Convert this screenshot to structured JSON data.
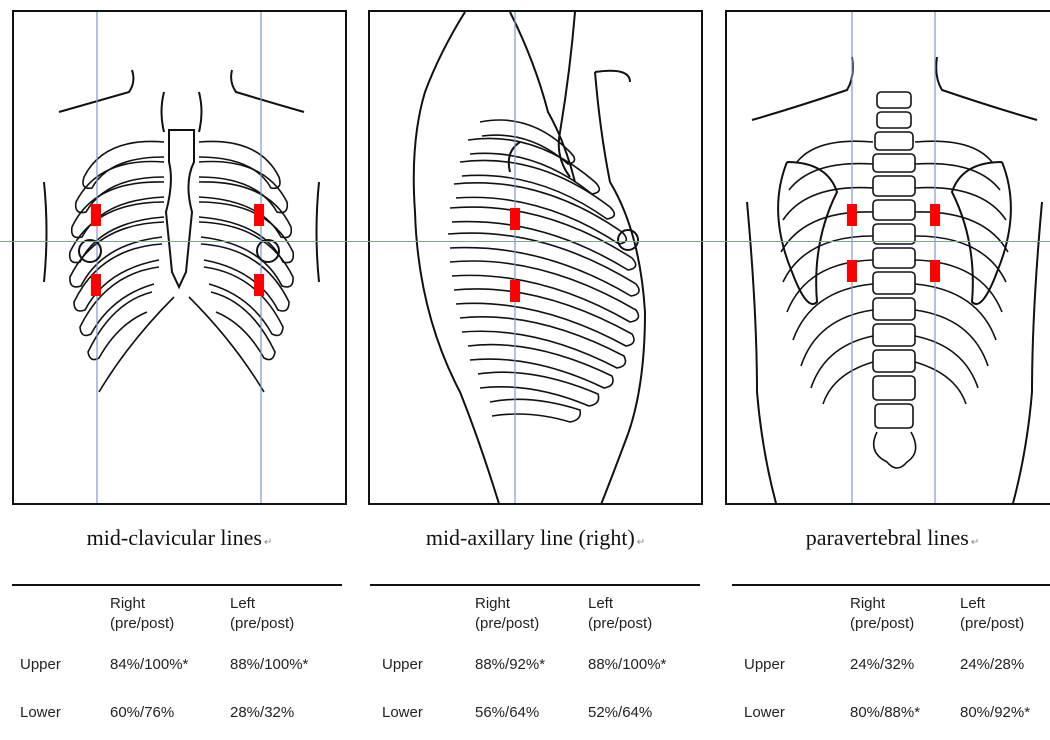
{
  "captions": {
    "mid_clavicular": "mid-clavicular lines",
    "mid_axillary": "mid-axillary line (right)",
    "paravertebral": "paravertebral lines",
    "mark": "↵"
  },
  "colors": {
    "guide_line": "#7b9ad3",
    "electrode": "#ff0000",
    "outline": "#111111"
  },
  "tables": [
    {
      "col_right": [
        "Right",
        "(pre/post)"
      ],
      "col_left": [
        "Left",
        "(pre/post)"
      ],
      "rows": [
        {
          "label": "Upper",
          "right": "84%/100%*",
          "left": "88%/100%*"
        },
        {
          "label": "Lower",
          "right": "60%/76%",
          "left": "28%/32%"
        }
      ]
    },
    {
      "col_right": [
        "Right",
        "(pre/post)"
      ],
      "col_left": [
        "Left",
        "(pre/post)"
      ],
      "rows": [
        {
          "label": "Upper",
          "right": "88%/92%*",
          "left": "88%/100%*"
        },
        {
          "label": "Lower",
          "right": "56%/64%",
          "left": "52%/64%"
        }
      ]
    },
    {
      "col_right": [
        "Right",
        "(pre/post)"
      ],
      "col_left": [
        "Left",
        "(pre/post)"
      ],
      "rows": [
        {
          "label": "Upper",
          "right": "24%/32%",
          "left": "24%/28%"
        },
        {
          "label": "Lower",
          "right": "80%/88%*",
          "left": "80%/92%*"
        }
      ]
    }
  ]
}
